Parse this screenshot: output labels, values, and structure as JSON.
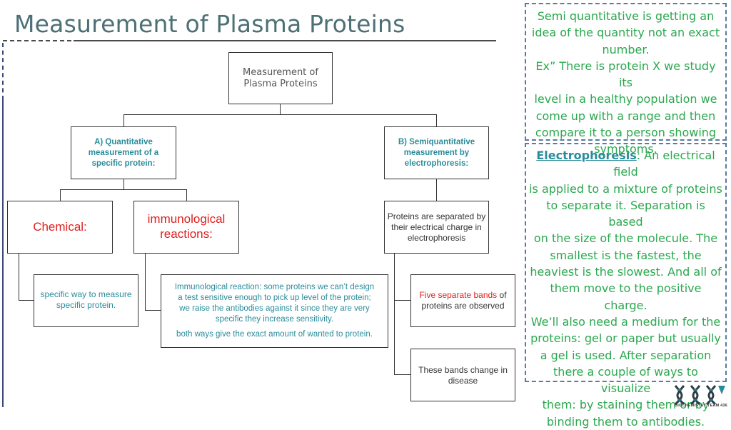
{
  "title": "Measurement of Plasma Proteins",
  "root": {
    "line1": "Measurement of",
    "line2": "Plasma Proteins"
  },
  "branch_a": {
    "line1": "A) Quantitative",
    "line2": "measurement of a",
    "line3": "specific protein:"
  },
  "branch_b": {
    "line1": "B) Semiquantitative",
    "line2": "measurement by",
    "line3": "electrophoresis:"
  },
  "chemical": "Chemical:",
  "immunological": {
    "line1": "immunological",
    "line2": "reactions:"
  },
  "separated": {
    "line1": "Proteins are separated by",
    "line2": "their electrical charge in",
    "line3": "electrophoresis"
  },
  "specific": {
    "line1": "specific way to measure",
    "line2": "specific protein."
  },
  "immuno_reaction": {
    "line1": "Immunological reaction: some proteins we can’t design",
    "line2": "a test sensitive enough to pick up level of the protein;",
    "line3": "we raise the antibodies against it since they are very",
    "line4": "specific they increase sensitivity.",
    "line5": "both ways  give the exact amount of wanted to protein."
  },
  "five_bands": {
    "red": "Five separate bands",
    "rest1": " of",
    "line2": "proteins are observed"
  },
  "bands_change": {
    "line1": "These bands change in",
    "line2": "disease"
  },
  "side_note_1": {
    "lines": [
      "Semi quantitative is getting an",
      "idea of the quantity not an exact",
      "number.",
      "Ex” There is protein X we study its",
      "level in a healthy population we",
      "come up with a range and then",
      "compare it to a person showing",
      "symptoms."
    ]
  },
  "side_note_2": {
    "keyword": "Electrophoresis",
    "first_rest": ": An electrical field",
    "lines": [
      "is applied to a mixture of proteins",
      "to separate it. Separation is based",
      "on the size of the molecule. The",
      "smallest is the fastest, the",
      "heaviest is the slowest. And all of",
      "them move to the positive",
      "charge.",
      "We’ll also need a medium for the",
      "proteins: gel or paper but usually",
      "a gel is used. After separation",
      "there a couple of ways to visualize",
      "them: by staining them or by",
      "binding them to antibodies."
    ]
  },
  "logo_text": "BIOCHEMISTRY TEAM 436",
  "colors": {
    "teal": "#2a8c9b",
    "red": "#e02020",
    "green": "#2aa84e",
    "title": "#4d7076",
    "dash_border": "#5a78a8"
  }
}
